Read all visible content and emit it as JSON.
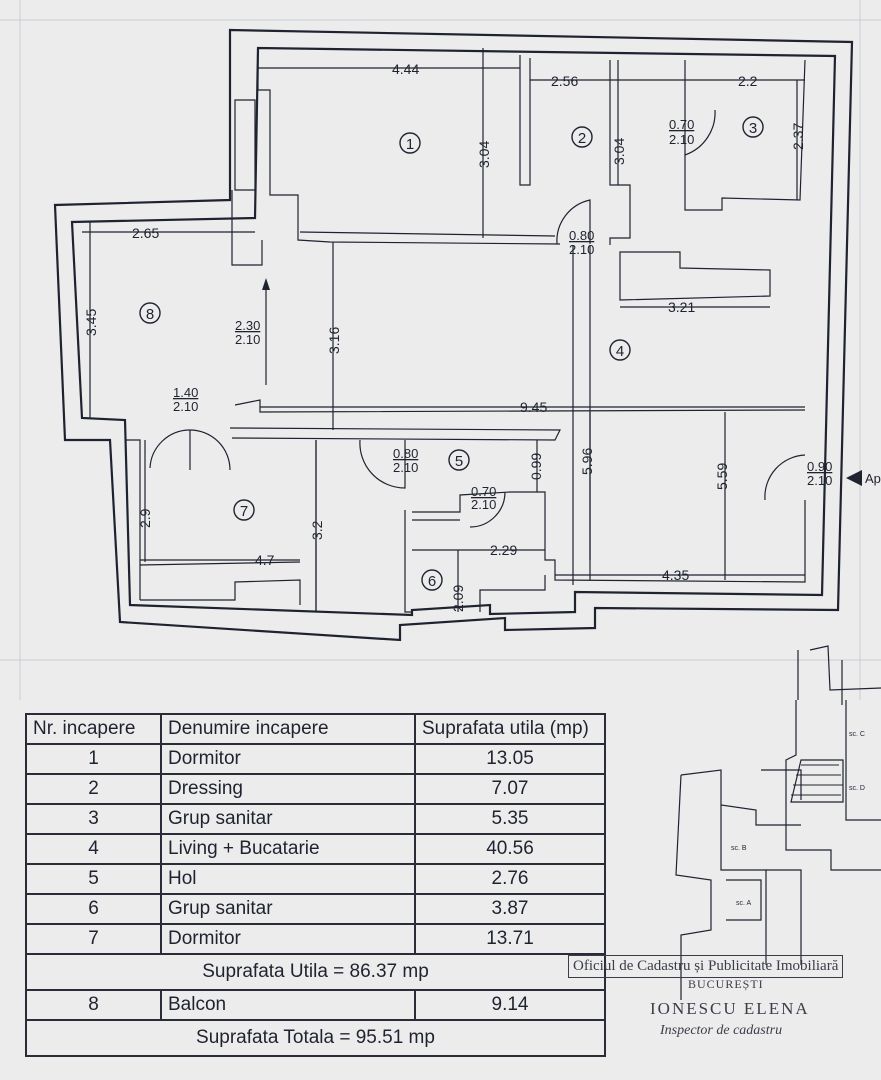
{
  "plan": {
    "rooms": [
      "1",
      "2",
      "3",
      "4",
      "5",
      "6",
      "7",
      "8"
    ],
    "dimensions": {
      "d_444": "4.44",
      "d_256": "2.56",
      "d_22": "2.2",
      "d_304a": "3.04",
      "d_304b": "3.04",
      "d_237": "2.37",
      "d_265": "2.65",
      "d_345": "3.45",
      "d_316": "3.16",
      "d_321": "3.21",
      "d_945": "9.45",
      "d_099": "0.99",
      "d_596": "5.96",
      "d_559": "5.59",
      "d_29": "2.9",
      "d_32": "3.2",
      "d_47": "4.7",
      "d_229": "2.29",
      "d_209": "2.09",
      "d_435": "4.35"
    },
    "doors": {
      "door_3": {
        "w": "0.70",
        "h": "2.10"
      },
      "door_2": {
        "w": "0.80",
        "h": "2.10"
      },
      "door_8": {
        "w": "2.30",
        "h": "2.10"
      },
      "door_balcony": {
        "w": "1.40",
        "h": "2.10"
      },
      "door_5": {
        "w": "0.80",
        "h": "2.10"
      },
      "door_6": {
        "w": "0.70",
        "h": "2.10"
      },
      "door_entry": {
        "w": "0.90",
        "h": "2.10"
      }
    },
    "entry_label": "Ap"
  },
  "table": {
    "headers": {
      "nr": "Nr. incapere",
      "name": "Denumire incapere",
      "area": "Suprafata utila (mp)"
    },
    "rows": [
      {
        "nr": "1",
        "name": "Dormitor",
        "area": "13.05"
      },
      {
        "nr": "2",
        "name": "Dressing",
        "area": "7.07"
      },
      {
        "nr": "3",
        "name": "Grup sanitar",
        "area": "5.35"
      },
      {
        "nr": "4",
        "name": "Living + Bucatarie",
        "area": "40.56"
      },
      {
        "nr": "5",
        "name": "Hol",
        "area": "2.76"
      },
      {
        "nr": "6",
        "name": "Grup sanitar",
        "area": "3.87"
      },
      {
        "nr": "7",
        "name": "Dormitor",
        "area": "13.71"
      }
    ],
    "useful_total": "Suprafata Utila = 86.37 mp",
    "balcony": {
      "nr": "8",
      "name": "Balcon",
      "area": "9.14"
    },
    "grand_total": "Suprafata Totala = 95.51 mp"
  },
  "site_plan": {
    "labels": [
      "sc. C",
      "sc. D",
      "sc. B",
      "sc. A"
    ]
  },
  "stamp": {
    "office": "Oficiul de Cadastru și Publicitate Imobiliară",
    "city": "BUCUREȘTI",
    "name": "IONESCU ELENA",
    "role": "Inspector de cadastru"
  }
}
